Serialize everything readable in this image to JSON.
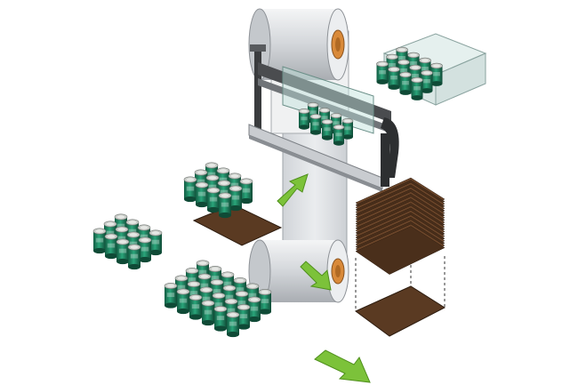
{
  "colors": {
    "background": "#ffffff",
    "can_green": "#1f8a66",
    "can_green_dark": "#125c43",
    "can_top": "#c9ccc8",
    "arrow_green": "#7cc23a",
    "arrow_green_dark": "#4f8f1c",
    "film_gray": "#d7dade",
    "roll_core": "#d98a3a",
    "tray_brown": "#5a3a22",
    "machine_steel": "#9a9ea3",
    "machine_dark": "#2d2f31"
  },
  "components": {
    "top_film_roll": {
      "icon": "film-roll"
    },
    "bottom_film_roll": {
      "icon": "film-roll"
    },
    "sealing_machine": {
      "icon": "sealing-bar"
    },
    "tray_stack": {
      "icon": "tray-stack"
    },
    "packed_pack": {
      "icon": "shrink-wrapped-pack"
    }
  },
  "can_groups": {
    "group_on_tray": {
      "rows": 3,
      "cols": 4
    },
    "loose_group": {
      "rows": 3,
      "cols": 4
    },
    "front_group": {
      "rows": 4,
      "cols": 6
    },
    "wrapped_group": {
      "rows": 3,
      "cols": 4
    }
  },
  "flow_arrows": [
    {
      "name": "arrow-to-film"
    },
    {
      "name": "arrow-to-roll"
    },
    {
      "name": "arrow-infeed"
    }
  ]
}
